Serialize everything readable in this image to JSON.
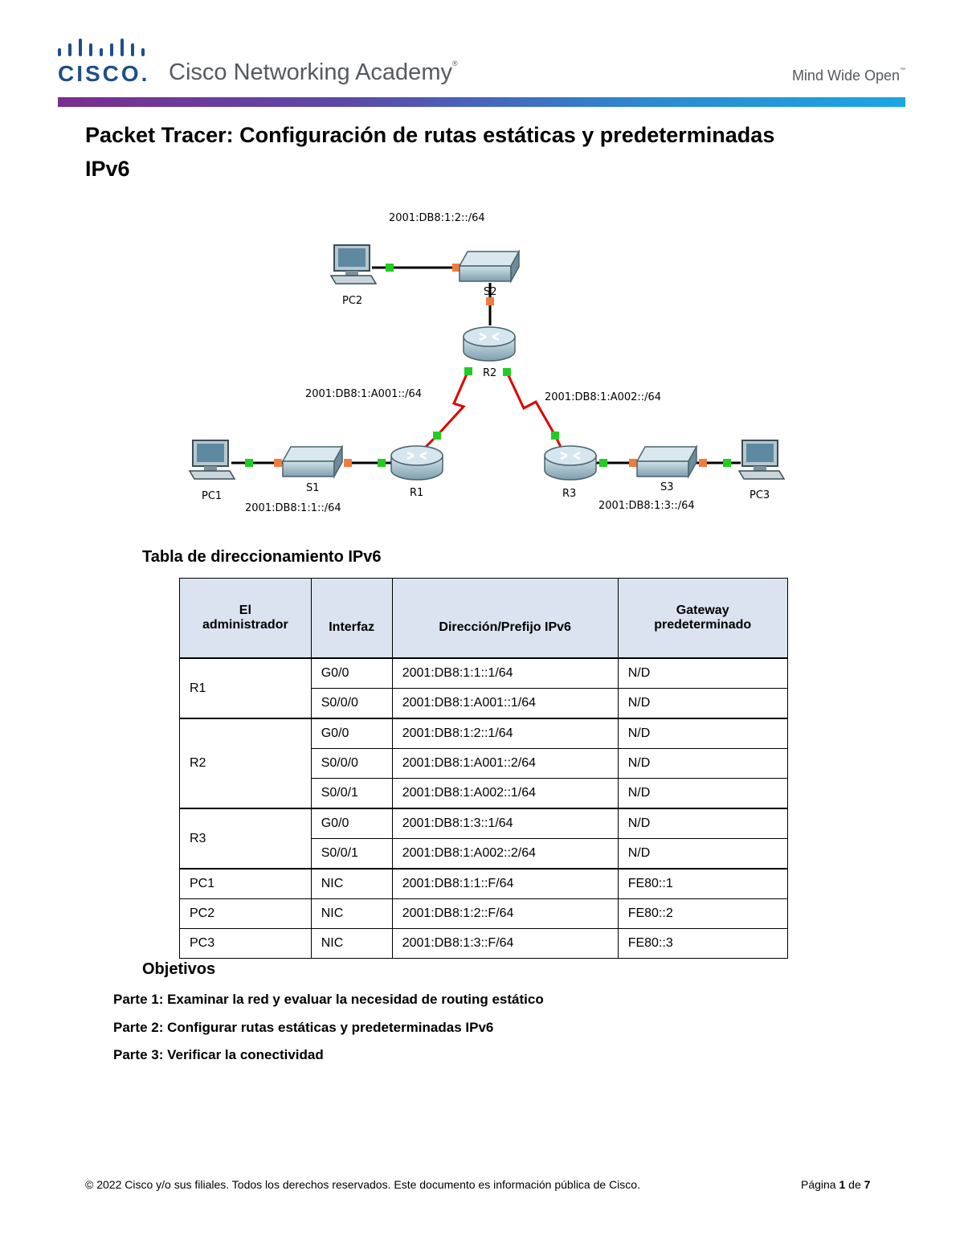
{
  "header": {
    "logo_text": "CISCO.",
    "academy": "Cisco Networking Academy",
    "academy_mark": "®",
    "tagline": "Mind Wide Open",
    "tagline_mark": "™",
    "bar_colors": [
      "#7a2e8e",
      "#1aa7e0"
    ]
  },
  "title": "Packet Tracer: Configuración de rutas estáticas y predeterminadas IPv6",
  "topology": {
    "networks": {
      "top": "2001:DB8:1:2::/64",
      "left_serial": "2001:DB8:1:A001::/64",
      "right_serial": "2001:DB8:1:A002::/64",
      "left_lan": "2001:DB8:1:1::/64",
      "right_lan": "2001:DB8:1:3::/64"
    },
    "devices": {
      "pc1": "PC1",
      "pc2": "PC2",
      "pc3": "PC3",
      "s1": "S1",
      "s2": "S2",
      "s3": "S3",
      "r1": "R1",
      "r2": "R2",
      "r3": "R3"
    },
    "colors": {
      "serial_link": "#e00000",
      "port_up": "#22cc22",
      "port_switch": "#f07c3c"
    }
  },
  "table": {
    "title": "Tabla de direccionamiento IPv6",
    "headers": [
      "El administrador",
      "Interfaz",
      "Dirección/Prefijo IPv6",
      "Gateway predeterminado"
    ],
    "groups": [
      {
        "device": "R1",
        "rows": [
          [
            "G0/0",
            "2001:DB8:1:1::1/64",
            "N/D"
          ],
          [
            "S0/0/0",
            "2001:DB8:1:A001::1/64",
            "N/D"
          ]
        ]
      },
      {
        "device": "R2",
        "rows": [
          [
            "G0/0",
            "2001:DB8:1:2::1/64",
            "N/D"
          ],
          [
            "S0/0/0",
            "2001:DB8:1:A001::2/64",
            "N/D"
          ],
          [
            "S0/0/1",
            "2001:DB8:1:A002::1/64",
            "N/D"
          ]
        ]
      },
      {
        "device": "R3",
        "rows": [
          [
            "G0/0",
            "2001:DB8:1:3::1/64",
            "N/D"
          ],
          [
            "S0/0/1",
            "2001:DB8:1:A002::2/64",
            "N/D"
          ]
        ]
      },
      {
        "device": "PC1",
        "rows": [
          [
            "NIC",
            "2001:DB8:1:1::F/64",
            "FE80::1"
          ]
        ]
      },
      {
        "device": "PC2",
        "rows": [
          [
            "NIC",
            "2001:DB8:1:2::F/64",
            "FE80::2"
          ]
        ]
      },
      {
        "device": "PC3",
        "rows": [
          [
            "NIC",
            "2001:DB8:1:3::F/64",
            "FE80::3"
          ]
        ]
      }
    ]
  },
  "objectives": {
    "title": "Objetivos",
    "parts": [
      "Parte 1: Examinar la red y evaluar la necesidad de routing estático",
      "Parte 2: Configurar rutas estáticas y predeterminadas IPv6",
      "Parte 3: Verificar la conectividad"
    ]
  },
  "footer": {
    "copyright": "© 2022 Cisco y/o sus filiales. Todos los derechos reservados. Este documento es información pública de Cisco.",
    "page_prefix": "Página",
    "page_current": "1",
    "page_of": "de",
    "page_total": "7"
  }
}
